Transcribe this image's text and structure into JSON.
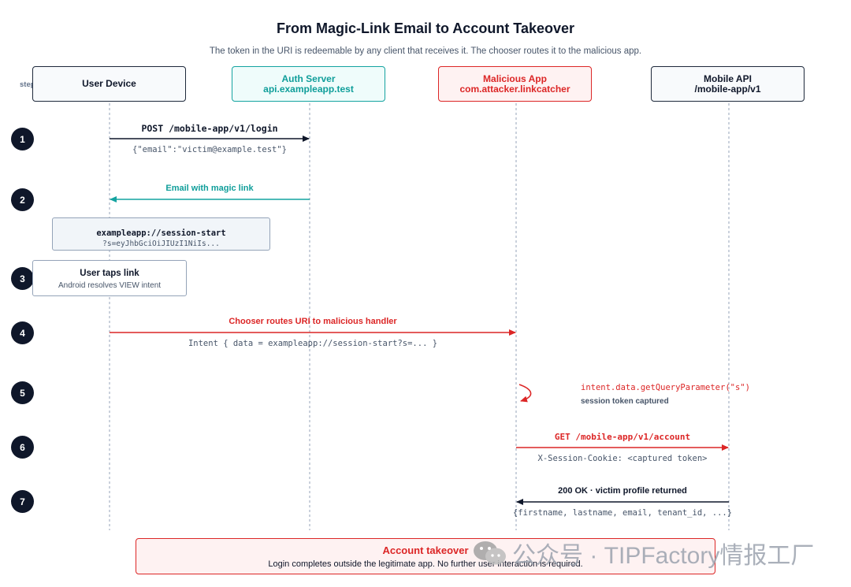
{
  "header": {
    "title": "From Magic-Link Email to Account Takeover",
    "subtitle": "The token in the URI is redeemable by any client that receives it. The chooser routes it to the malicious app.",
    "step_label": "step"
  },
  "lanes": {
    "user": {
      "line1": "User Device",
      "line2": ""
    },
    "auth": {
      "line1": "Auth Server",
      "line2": "api.exampleapp.test"
    },
    "malicious": {
      "line1": "Malicious App",
      "line2": "com.attacker.linkcatcher"
    },
    "api": {
      "line1": "Mobile API",
      "line2": "/mobile-app/v1"
    }
  },
  "steps": [
    "1",
    "2",
    "3",
    "4",
    "5",
    "6",
    "7"
  ],
  "messages": {
    "m1": {
      "label": "POST /mobile-app/v1/login",
      "sub": "{\"email\":\"victim@example.test\"}"
    },
    "m2": {
      "label": "Email with magic link"
    },
    "scheme": {
      "line1": "exampleapp://session-start",
      "line2": "?s=eyJhbGciOiJIUzI1NiIs..."
    },
    "tap": {
      "title": "User taps link",
      "sub": "Android resolves VIEW intent"
    },
    "m4": {
      "label": "Chooser routes URI to malicious handler",
      "sub": "Intent { data = exampleapp://session-start?s=... }"
    },
    "m5": {
      "label": "intent.data.getQueryParameter(\"s\")",
      "sub": "session token captured"
    },
    "m6": {
      "label": "GET /mobile-app/v1/account",
      "sub": "X-Session-Cookie: <captured token>"
    },
    "m7": {
      "label": "200 OK  ·  victim profile returned",
      "sub": "{firstname, lastname, email, tenant_id, ...}"
    }
  },
  "result": {
    "title": "Account takeover",
    "sub": "Login completes outside the legitimate app. No further user interaction is required."
  },
  "watermark": {
    "text": "公众号 · TIPFactory情报工厂",
    "icon": "wechat-icon"
  },
  "colors": {
    "dark": "#0f172a",
    "teal": "#14a3a0",
    "red": "#dc2626",
    "slate": "#475569",
    "lifeline": "#94a3b8"
  }
}
